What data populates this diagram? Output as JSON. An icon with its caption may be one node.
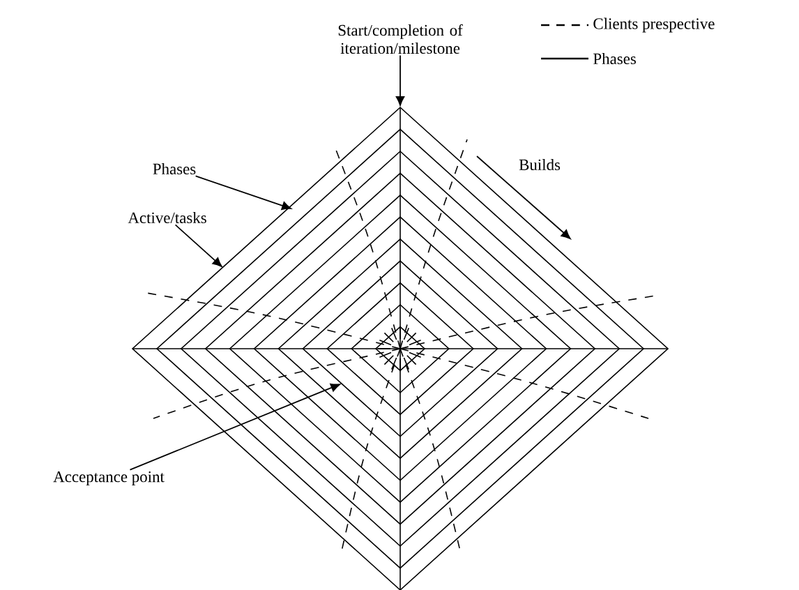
{
  "diagram": {
    "nodes": [
      {
        "text": [
          "Start/completion of iteration/milestone"
        ]
      },
      {
        "text": [
          "Phases"
        ]
      },
      {
        "text": [
          "Active/tasks"
        ]
      },
      {
        "text": [
          "Acceptance point"
        ]
      }
    ],
    "edges": [
      {
        "from": 0,
        "to": null,
        "arrow": "to"
      },
      {
        "from": 1,
        "to": null,
        "arrow": "to"
      },
      {
        "from": 2,
        "to": null,
        "arrow": "to"
      },
      {
        "from": 3,
        "to": null,
        "arrow": "to"
      }
    ],
    "labels": [
      "Builds"
    ],
    "legend": [
      {
        "text": "Clients prespective"
      },
      {
        "text": "Phases"
      }
    ]
  }
}
